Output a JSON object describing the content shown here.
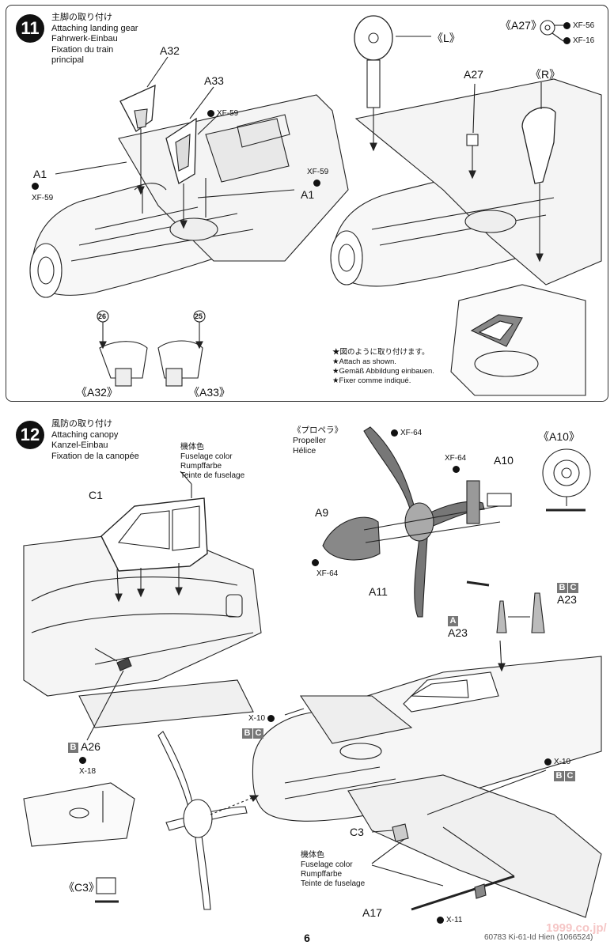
{
  "page": {
    "number": "6",
    "code": "60783 Ki-61-Id Hien (1066524)",
    "watermark": "1999.co.jp/"
  },
  "step11": {
    "number": "11",
    "title_jp": "主脚の取り付け",
    "title_en": "Attaching landing gear",
    "title_de": "Fahrwerk-Einbau",
    "title_fr": "Fixation du train",
    "title_fr2": "principal",
    "labels": {
      "a32": "A32",
      "a33": "A33",
      "a1_left": "A1",
      "a1_right": "A1",
      "a27": "A27",
      "l": "《L》",
      "r": "《R》",
      "a27_detail": "《A27》",
      "a32_detail": "《A32》",
      "a33_detail": "《A33》",
      "mark26": "26",
      "mark25": "25"
    },
    "paints": {
      "xf59_a": "XF-59",
      "xf59_b": "XF-59",
      "xf59_c": "XF-59",
      "xf56": "XF-56",
      "xf16": "XF-16"
    },
    "notes": {
      "jp": "★図のように取り付けます。",
      "en": "★Attach as shown.",
      "de": "★Gemäß Abbildung einbauen.",
      "fr": "★Fixer comme indiqué."
    }
  },
  "step12": {
    "number": "12",
    "title_jp": "風防の取り付け",
    "title_en": "Attaching canopy",
    "title_de": "Kanzel-Einbau",
    "title_fr": "Fixation de la canopée",
    "color_note": {
      "jp": "機体色",
      "en": "Fuselage color",
      "de": "Rumpffarbe",
      "fr": "Teinte de fuselage"
    },
    "color_note2": {
      "jp": "機体色",
      "en": "Fuselage color",
      "de": "Rumpffarbe",
      "fr": "Teinte de fuselage"
    },
    "propeller": {
      "jp": "《プロペラ》",
      "en": "Propeller",
      "fr": "Hélice"
    },
    "labels": {
      "c1": "C1",
      "a9": "A9",
      "a10": "A10",
      "a10_detail": "《A10》",
      "a11": "A11",
      "a23_right": "A23",
      "a23_left": "A23",
      "a26": "A26",
      "c3": "C3",
      "c3_detail": "《C3》",
      "a17": "A17"
    },
    "paints": {
      "xf64_a": "XF-64",
      "xf64_b": "XF-64",
      "xf64_c": "XF-64",
      "x10_a": "X-10",
      "x10_b": "X-10",
      "x18": "X-18",
      "x11": "X-11"
    },
    "version_marks": {
      "b": "B",
      "c": "C",
      "a": "A"
    }
  }
}
